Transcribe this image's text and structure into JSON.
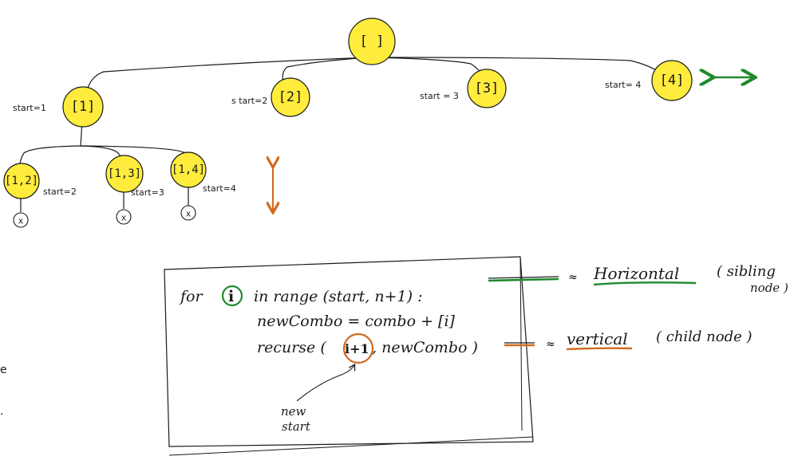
{
  "colors": {
    "node_fill": "#ffec3d",
    "ink": "#1a1a1a",
    "green": "#1f8a2e",
    "orange": "#d2691e"
  },
  "tree": {
    "root": {
      "label": "[ ]"
    },
    "level1": [
      {
        "label": "[1]",
        "start": "start=1"
      },
      {
        "label": "[2]",
        "start": "s tart=2"
      },
      {
        "label": "[3]",
        "start": "start = 3"
      },
      {
        "label": "[4]",
        "start": "start= 4"
      }
    ],
    "level2": [
      {
        "label": "[1,2]",
        "start": "start=2",
        "leaf": "x"
      },
      {
        "label": "[1,3]",
        "start": "start=3",
        "leaf": "x"
      },
      {
        "label": "[1,4]",
        "start": "start=4",
        "leaf": "x"
      }
    ]
  },
  "code": {
    "line1_for": "for",
    "line1_var": "i",
    "line1_rest": "in  range (start,  n+1) :",
    "line2": "newCombo  =   combo + [i]",
    "line3_a": "recurse (",
    "line3_arg": "i+1",
    "line3_b": ",  newCombo  )",
    "new_start_1": "new",
    "new_start_2": "start"
  },
  "notes": {
    "horizontal_word": "Horizontal",
    "horizontal_rest": "( sibling",
    "horizontal_rest2": "node )",
    "vertical_word": "vertical",
    "vertical_rest": "( child node )",
    "approx": "≈"
  },
  "margin_marks": [
    "e",
    "."
  ]
}
